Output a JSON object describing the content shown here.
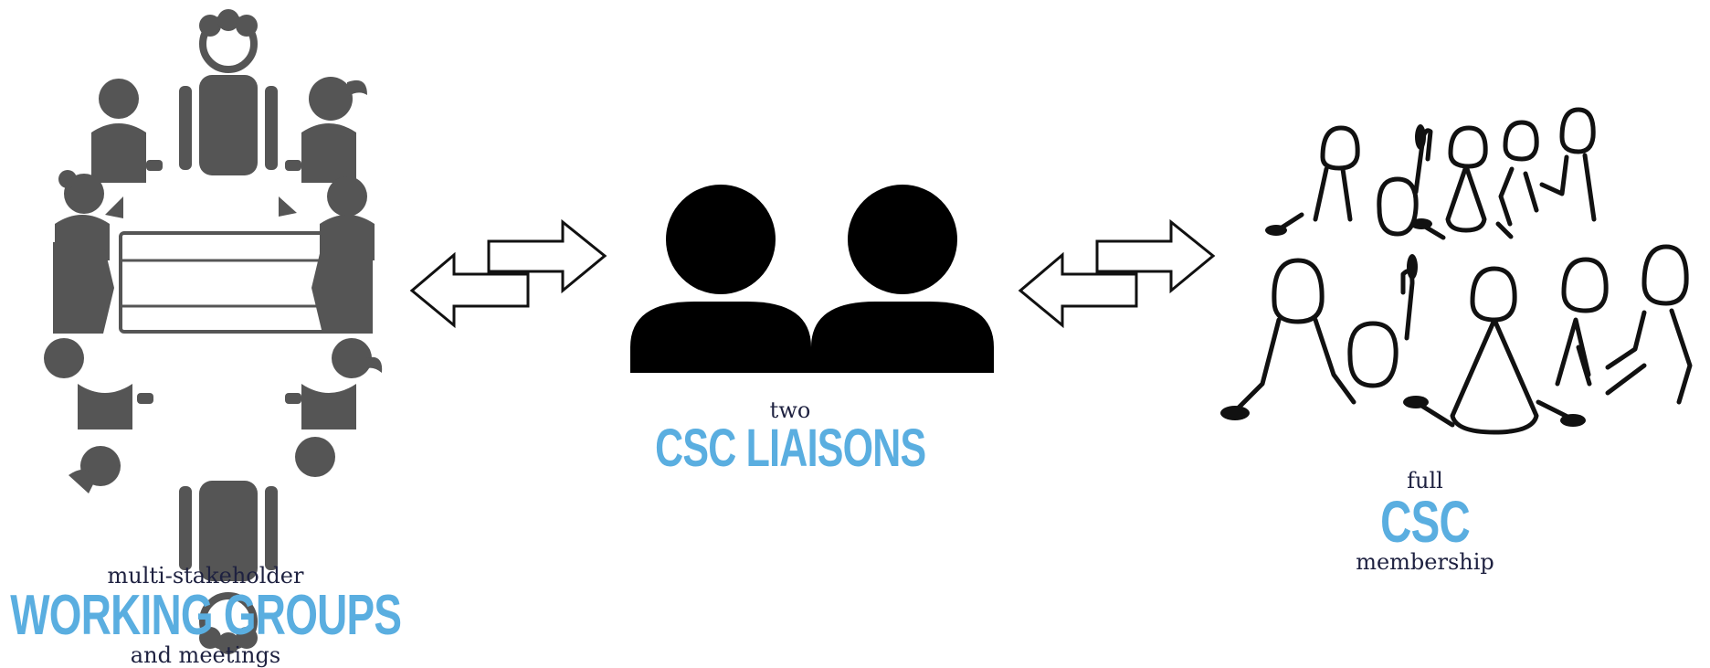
{
  "colors": {
    "table_figures": "#555555",
    "liaison_figures": "#000000",
    "accent_text": "#5aaee0",
    "caption_text": "#1e2140"
  },
  "icons": [
    "meeting-table-icon",
    "two-people-icon",
    "crowd-sketch-icon",
    "bidirectional-arrow-icon"
  ],
  "working_groups": {
    "line1": "multi-stakeholder",
    "line2": "WORKING GROUPS",
    "line3": "and meetings"
  },
  "liaisons": {
    "line1": "two",
    "line2": "CSC LIAISONS"
  },
  "membership": {
    "line1": "full",
    "line2": "CSC",
    "line3": "membership"
  }
}
